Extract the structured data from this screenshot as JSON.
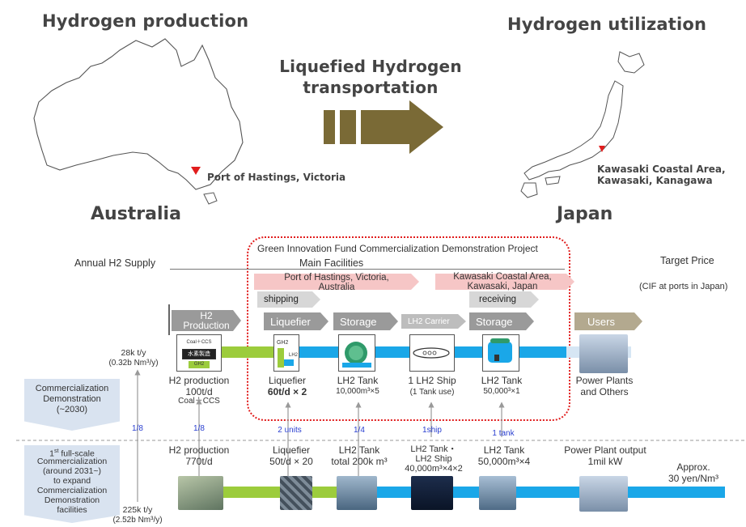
{
  "headers": {
    "production": "Hydrogen production",
    "transport_line1": "Liquefied Hydrogen",
    "transport_line2": "transportation",
    "utilization": "Hydrogen utilization"
  },
  "countries": {
    "left": "Australia",
    "right": "Japan"
  },
  "locations": {
    "australia_port": "Port of Hastings, Victoria",
    "japan_line1": "Kawasaki Coastal Area,",
    "japan_line2": "Kawasaki, Kanagawa"
  },
  "project": {
    "title": "Green Innovation Fund Commercialization Demonstration Project",
    "main_facilities": "Main Facilities",
    "port_au_line1": "Port of Hastings, Victoria,",
    "port_au_line2": "Australia",
    "port_jp_line1": "Kawasaki Coastal Area,",
    "port_jp_line2": "Kawasaki, Japan",
    "shipping": "shipping",
    "receiving": "receiving"
  },
  "labels": {
    "annual_supply": "Annual H2 Supply",
    "target_price": "Target Price",
    "cif": "(CIF at ports in Japan)"
  },
  "stages": {
    "h2_production_l1": "H2",
    "h2_production_l2": "Production",
    "liquefier": "Liquefier",
    "storage": "Storage",
    "carrier": "LH2 Carrier",
    "storage_jp": "Storage",
    "users": "Users"
  },
  "icons": {
    "plant_top": "Coal＋CCS",
    "plant_mid": "水素製造",
    "plant_bot": "GH2",
    "liq_gh2": "GH2",
    "liq_lh2": "LH2"
  },
  "demo": {
    "supply_line1": "28k t/y",
    "supply_line2": "(0.32b Nm³/y)",
    "row_line1": "Commercialization",
    "row_line2": "Demonstration",
    "row_line3": "(~2030)",
    "h2prod_l1": "H2 production",
    "h2prod_l2": "100t/d",
    "h2prod_l3": "Coal＋CCS",
    "liq_l1": "Liquefier",
    "liq_l2": "60t/d × 2",
    "tank_l1": "LH2 Tank",
    "tank_l2": "10,000m³×5",
    "ship_l1": "1 LH2 Ship",
    "ship_l2": "(1 Tank use)",
    "tankjp_l1": "LH2 Tank",
    "tankjp_l2": "50,000³×1",
    "users_l1": "Power Plants",
    "users_l2": "and Others"
  },
  "ratios": {
    "supply": "1/8",
    "h2": "1/8",
    "liq": "2 units",
    "tank": "1/4",
    "ship": "1ship",
    "tankjp": "1 tank"
  },
  "full": {
    "row_line1a": "1",
    "row_sup": "st",
    "row_line1b": " full-scale",
    "row_line2": "Commercialization",
    "row_line3": "(around 2031~)",
    "row_line4": "to expand",
    "row_line5": "Commercialization",
    "row_line6": "Demonstration",
    "row_line7": "facilities",
    "supply_line1": "225k t/y",
    "supply_line2": "(2.52b Nm³/y)",
    "h2prod_l1": "H2 production",
    "h2prod_l2": "770t/d",
    "liq_l1": "Liquefier",
    "liq_l2": "50t/d × 20",
    "tank_l1": "LH2 Tank",
    "tank_l2": "total 200k m³",
    "ship_l1": "LH2 Tank・",
    "ship_l2": "LH2 Ship",
    "ship_l3": "40,000m³×4×2",
    "tankjp_l1": "LH2 Tank",
    "tankjp_l2": "50,000m³×4",
    "power_l1": "Power Plant output",
    "power_l2": "1mil kW",
    "price_l1": "Approx.",
    "price_l2": "30 yen/Nm³"
  },
  "colors": {
    "red_dot": "#e11d1d",
    "green_pipe": "#9ccc3c",
    "blue_pipe": "#1aa7e8",
    "arrow_brown": "#7a6a36",
    "ratio_blue": "#2a3fd0"
  }
}
